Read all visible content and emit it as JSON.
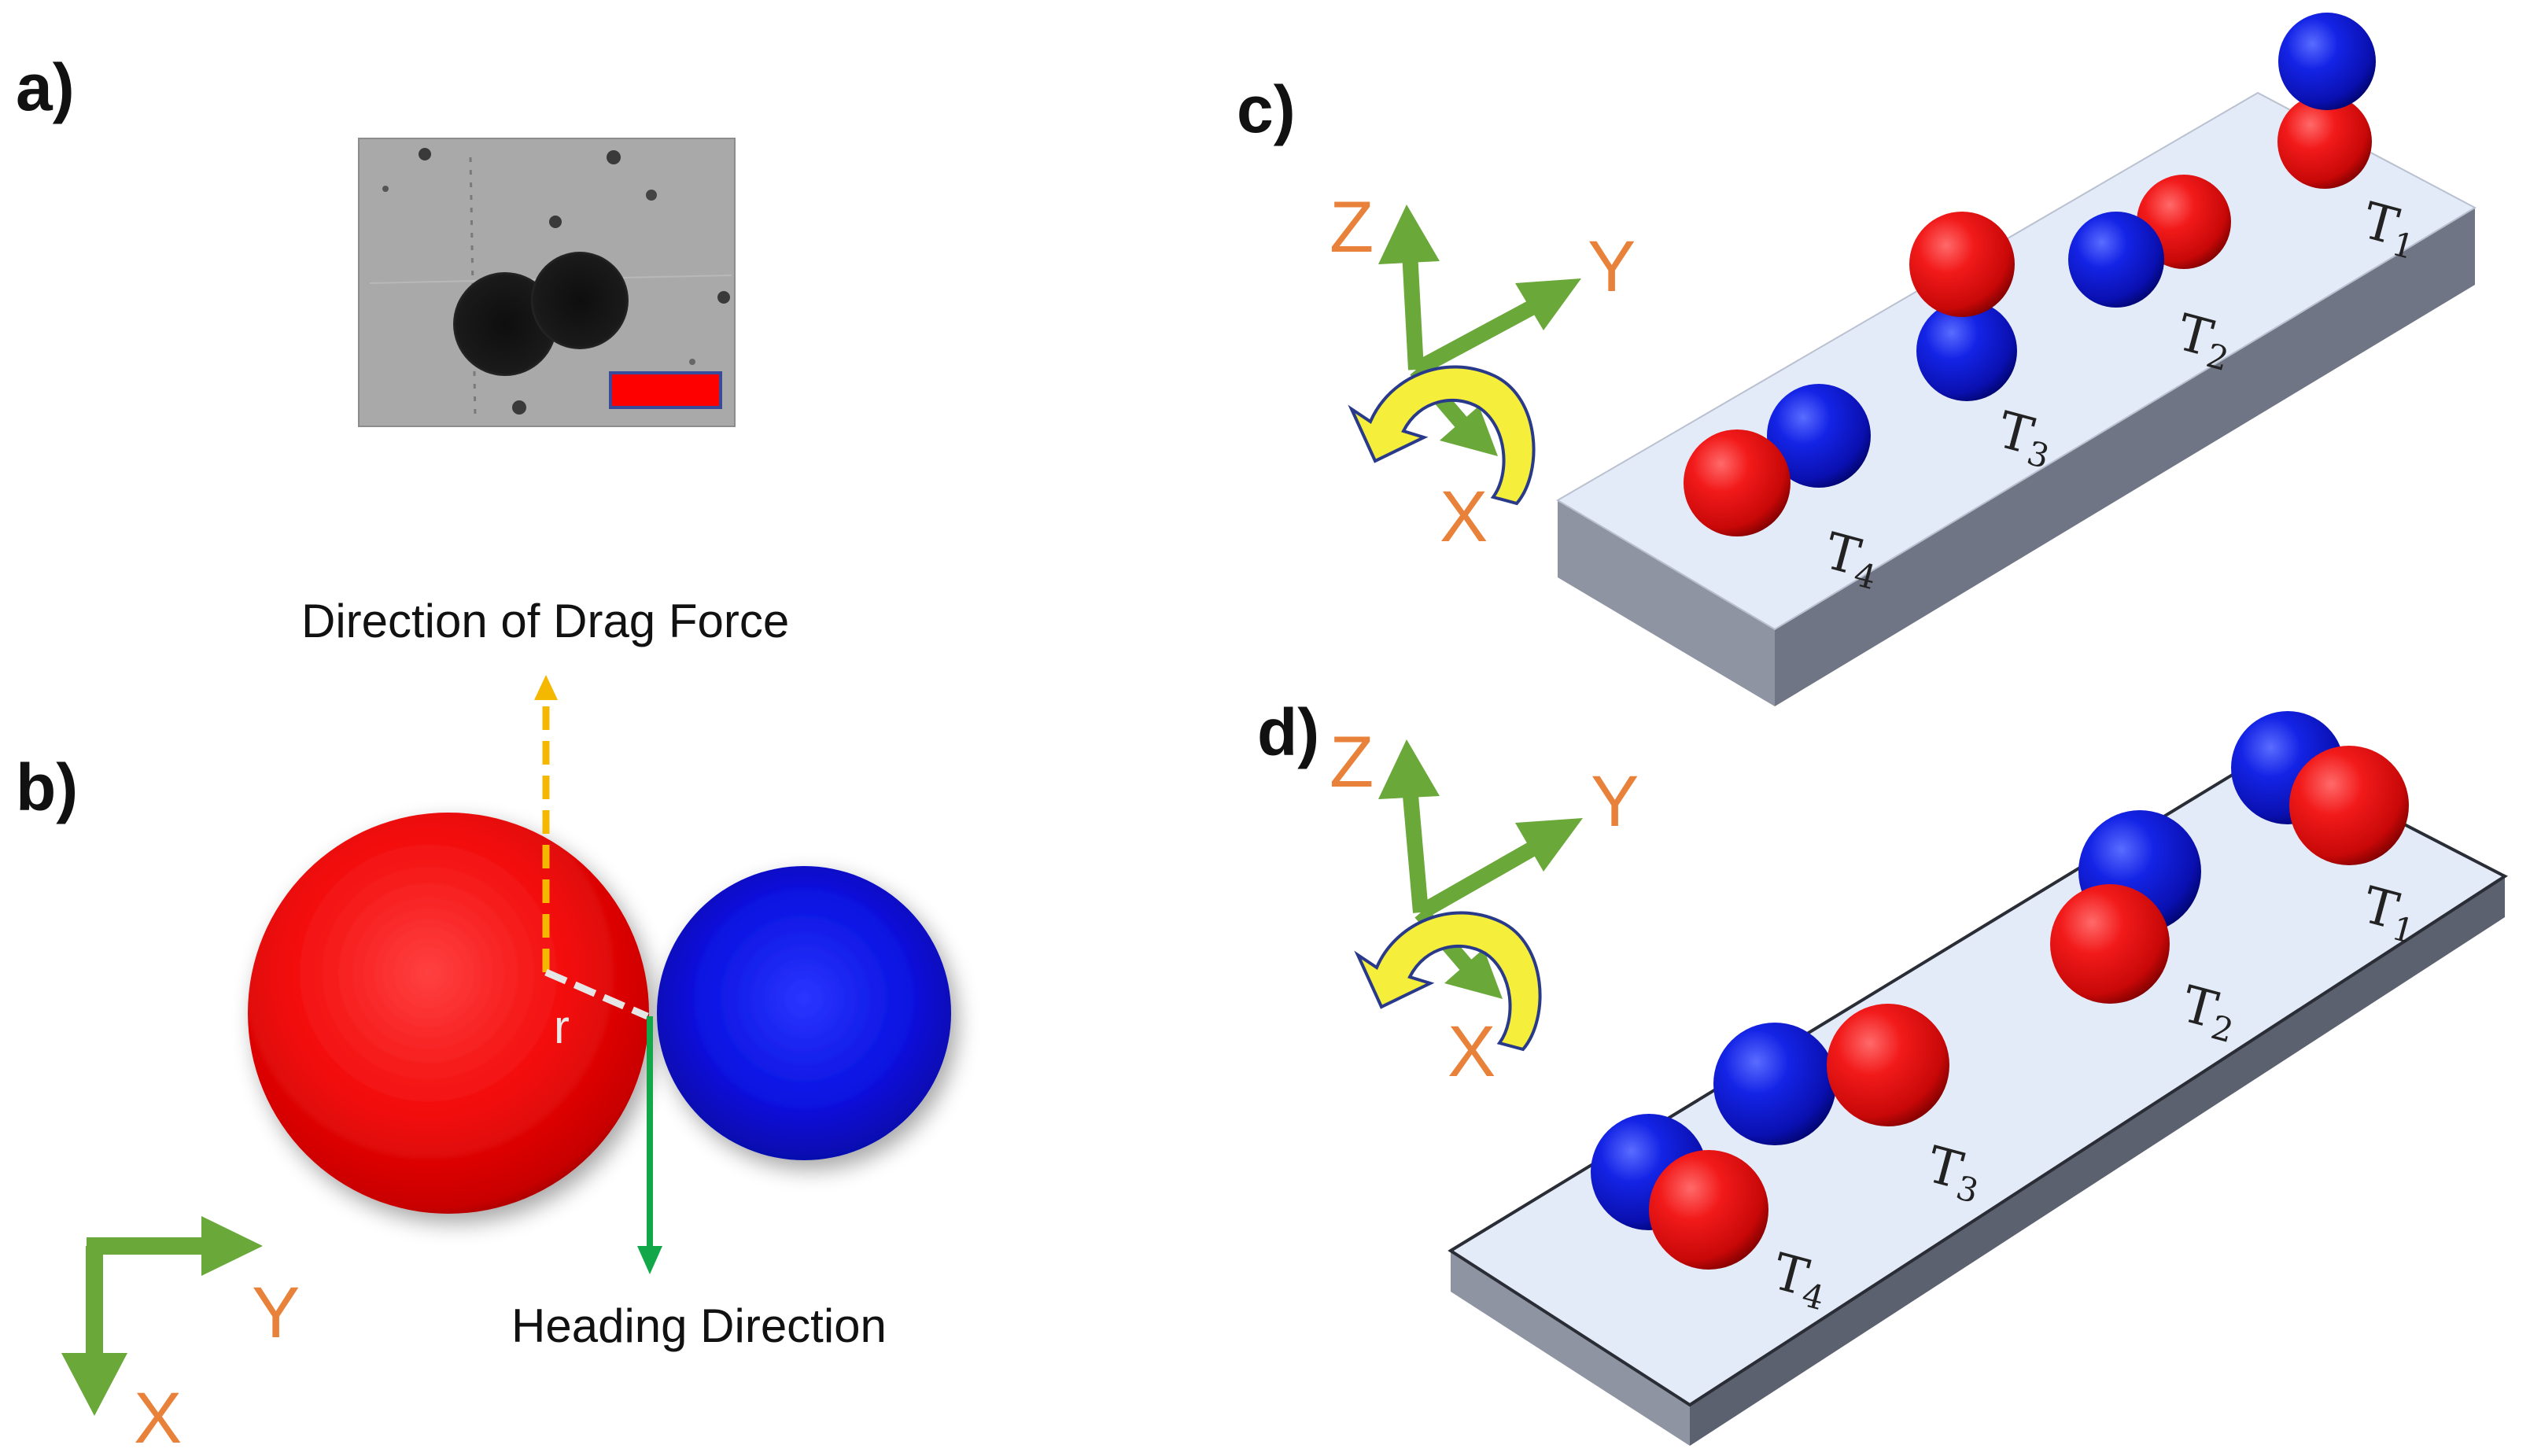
{
  "colors": {
    "red": "#e01010",
    "blue": "#0a18c8",
    "axis_green": "#6aa83a",
    "axis_label_orange": "#e8823a",
    "drag_arrow": "#f5b800",
    "heading_arrow": "#12a84a",
    "rotation_arrow": "#f5ee3a",
    "substrate_top": "#e4ebf8",
    "substrate_side": "#6f7584",
    "scale_bar": "#ff0000"
  },
  "panels": {
    "a": {
      "label": "a)",
      "micrograph": "micrograph-of-janus-dimer",
      "scale_bar": "red-scale-bar"
    },
    "b": {
      "label": "b)",
      "drag_force_label": "Direction of Drag Force",
      "heading_label": "Heading Direction",
      "radius_label": "r",
      "axis_x": "X",
      "axis_y": "Y"
    },
    "c": {
      "label": "c)",
      "axis_x": "X",
      "axis_y": "Y",
      "axis_z": "Z",
      "states": [
        {
          "name": "T",
          "sub": "1"
        },
        {
          "name": "T",
          "sub": "2"
        },
        {
          "name": "T",
          "sub": "3"
        },
        {
          "name": "T",
          "sub": "4"
        }
      ]
    },
    "d": {
      "label": "d)",
      "axis_x": "X",
      "axis_y": "Y",
      "axis_z": "Z",
      "states": [
        {
          "name": "T",
          "sub": "1"
        },
        {
          "name": "T",
          "sub": "2"
        },
        {
          "name": "T",
          "sub": "3"
        },
        {
          "name": "T",
          "sub": "4"
        }
      ]
    }
  }
}
